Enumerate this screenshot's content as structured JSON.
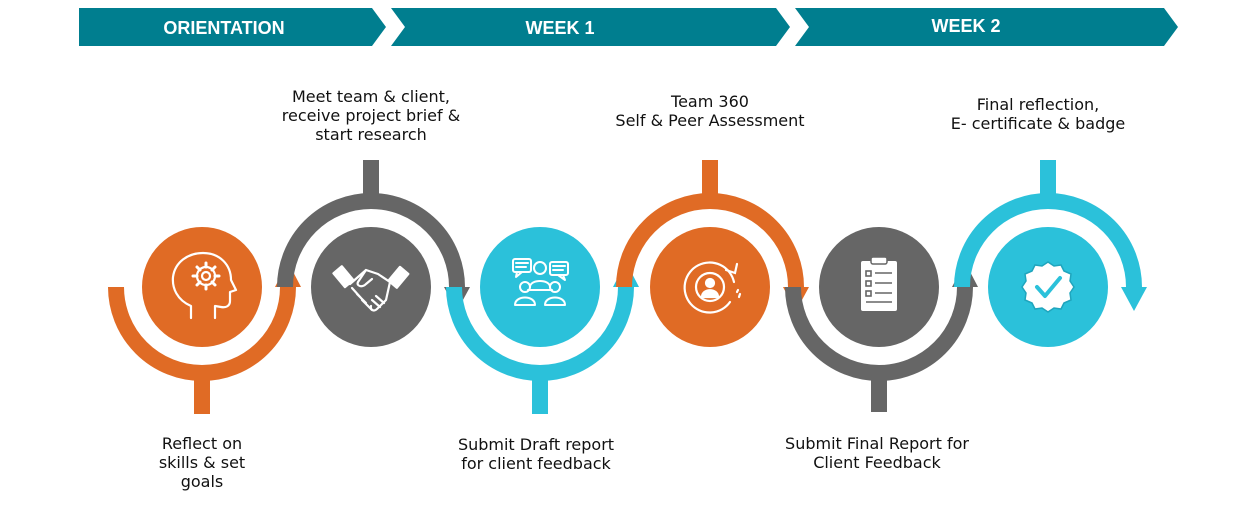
{
  "phases": [
    {
      "label": "ORIENTATION"
    },
    {
      "label": "WEEK 1"
    },
    {
      "label": "WEEK 2"
    }
  ],
  "steps": [
    {
      "id": 1,
      "icon": "head-gear-icon",
      "color": "#E06B25",
      "caption": [
        "Reflect on",
        "skills & set",
        "goals"
      ]
    },
    {
      "id": 2,
      "icon": "handshake-icon",
      "color": "#666666",
      "caption": [
        "Meet team & client,",
        "receive project brief &",
        "start research"
      ]
    },
    {
      "id": 3,
      "icon": "team-discussion-icon",
      "color": "#2BC1DA",
      "caption": [
        "Submit Draft report",
        "for client feedback"
      ]
    },
    {
      "id": 4,
      "icon": "person-cycle-icon",
      "color": "#E06B25",
      "caption": [
        "Team 360",
        "Self & Peer Assessment"
      ]
    },
    {
      "id": 5,
      "icon": "clipboard-checklist-icon",
      "color": "#666666",
      "caption": [
        "Submit Final Report for",
        "Client Feedback"
      ]
    },
    {
      "id": 6,
      "icon": "certificate-badge-icon",
      "color": "#2BC1DA",
      "caption": [
        "Final reflection,",
        "E- certificate & badge"
      ]
    }
  ],
  "colors": {
    "banner": "#007E8F",
    "orange": "#E06B25",
    "gray": "#666666",
    "cyan": "#2BC1DA"
  }
}
